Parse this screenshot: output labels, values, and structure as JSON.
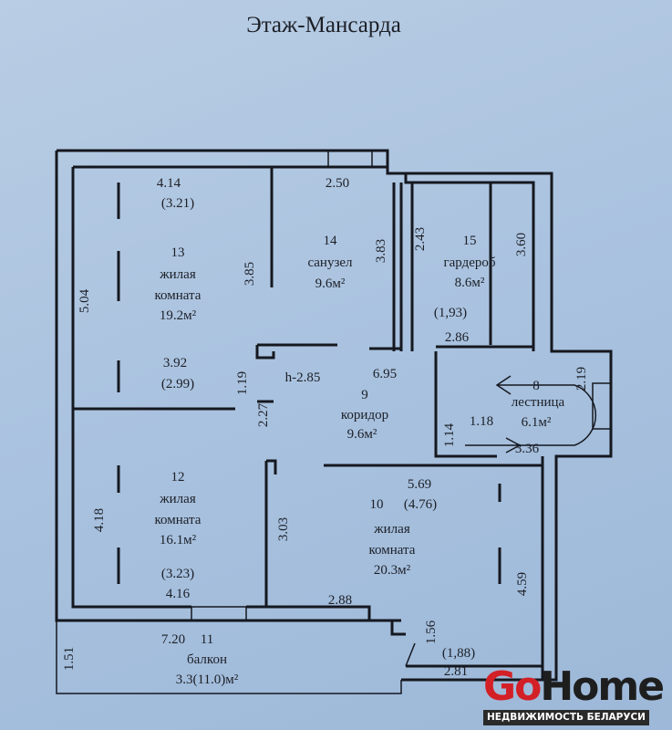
{
  "title": "Этаж-Мансарда",
  "rooms": {
    "r13": {
      "num": "13",
      "type": "жилая",
      "type2": "комната",
      "area": "19.2м²"
    },
    "r14": {
      "num": "14",
      "type": "санузел",
      "area": "9.6м²"
    },
    "r15": {
      "num": "15",
      "type": "гардероб",
      "area": "8.6м²"
    },
    "r9": {
      "num": "9",
      "type": "коридор",
      "area": "9.6м²",
      "height": "h-2.85"
    },
    "r8": {
      "num": "8",
      "type": "лестница",
      "area": "6.1м²"
    },
    "r12": {
      "num": "12",
      "type": "жилая",
      "type2": "комната",
      "area": "16.1м²"
    },
    "r10": {
      "num": "10",
      "type": "жилая",
      "type2": "комната",
      "area": "20.3м²"
    },
    "r11": {
      "num": "11",
      "type": "балкон",
      "area": "3.3(11.0)м²"
    }
  },
  "dims": {
    "d414": "4.14",
    "d321": "(3.21)",
    "d504": "5.04",
    "d385": "3.85",
    "d250": "2.50",
    "d383": "3.83",
    "d243": "2.43",
    "d360": "3.60",
    "d193": "(1,93)",
    "d286": "2.86",
    "d392": "3.92",
    "d299": "(2.99)",
    "d119": "1.19",
    "d695": "6.95",
    "d227": "2.27",
    "d219": "2.19",
    "d118": "1.18",
    "d114": "1.14",
    "d336": "3.36",
    "d569": "5.69",
    "d476": "(4.76)",
    "d418": "4.18",
    "d303": "3.03",
    "d323": "(3.23)",
    "d416": "4.16",
    "d459": "4.59",
    "d288": "2.88",
    "d720": "7.20",
    "d151": "1.51",
    "d156": "1.56",
    "d188": "(1,88)",
    "d281": "2.81"
  },
  "watermark": {
    "go": "Go",
    "home": "Home",
    "tagline": "НЕДВИЖИМОСТЬ БЕЛАРУСИ"
  }
}
